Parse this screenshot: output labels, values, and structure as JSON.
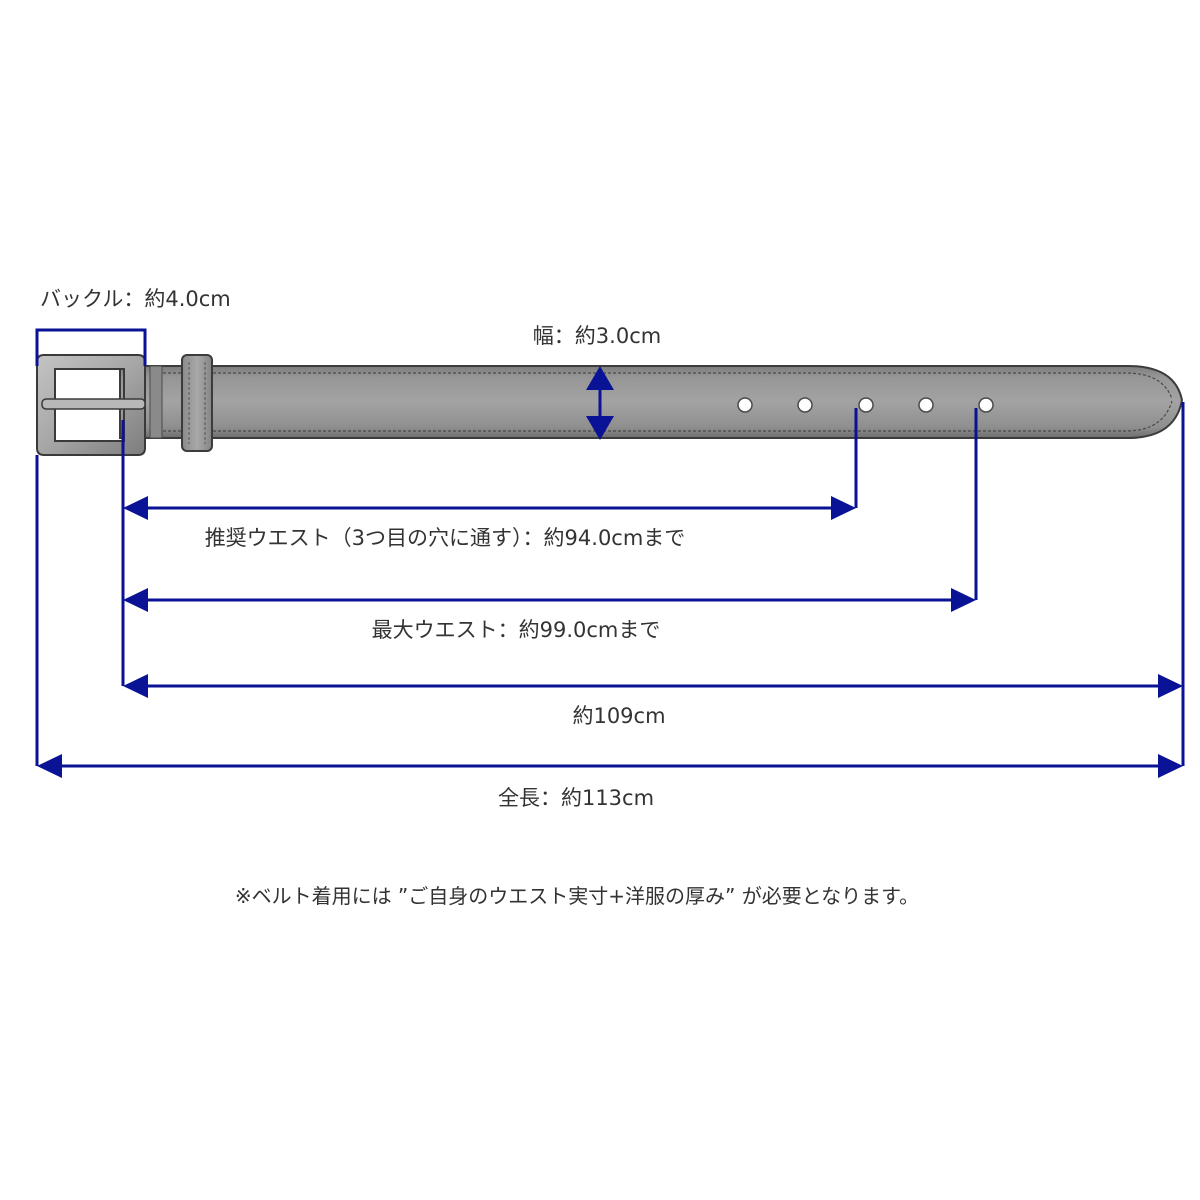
{
  "colors": {
    "dimension_line": "#0a1296",
    "strap": "#8e8e8e",
    "buckle": "#a9a9a9",
    "text": "#333333"
  },
  "labels": {
    "buckle_width": "バックル：約4.0cm",
    "strap_width": "幅：約3.0cm",
    "recommended_waist": "推奨ウエスト（3つ目の穴に通す）：約94.0cmまで",
    "max_waist": "最大ウエスト：約99.0cmまで",
    "strap_length": "約109cm",
    "total_length": "全長：約113cm"
  },
  "note": "※ベルト着用には ”ご自身のウエスト実寸+洋服の厚み” が必要となります。",
  "icons": {
    "buckle": "belt-buckle-icon",
    "holes": "belt-hole-icon"
  }
}
